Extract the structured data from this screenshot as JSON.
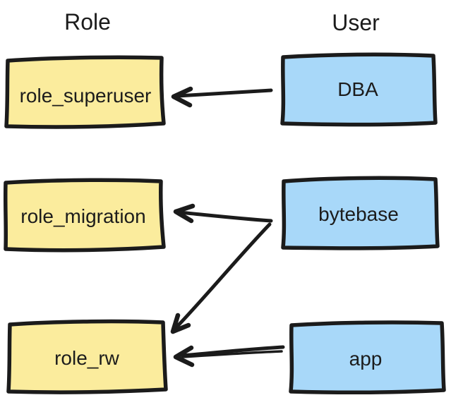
{
  "diagram": {
    "columns": [
      {
        "label": "Role"
      },
      {
        "label": "User"
      }
    ],
    "roles": [
      {
        "label": "role_superuser"
      },
      {
        "label": "role_migration"
      },
      {
        "label": "role_rw"
      }
    ],
    "users": [
      {
        "label": "DBA"
      },
      {
        "label": "bytebase"
      },
      {
        "label": "app"
      }
    ],
    "edges": [
      {
        "from": "DBA",
        "to": "role_superuser"
      },
      {
        "from": "bytebase",
        "to": "role_migration"
      },
      {
        "from": "bytebase",
        "to": "role_rw"
      },
      {
        "from": "app",
        "to": "role_rw"
      }
    ],
    "colors": {
      "role_box_fill": "#FBEC9D",
      "user_box_fill": "#A8D8F9",
      "ink": "#1B1B1B",
      "background": "#FFFFFF"
    }
  }
}
